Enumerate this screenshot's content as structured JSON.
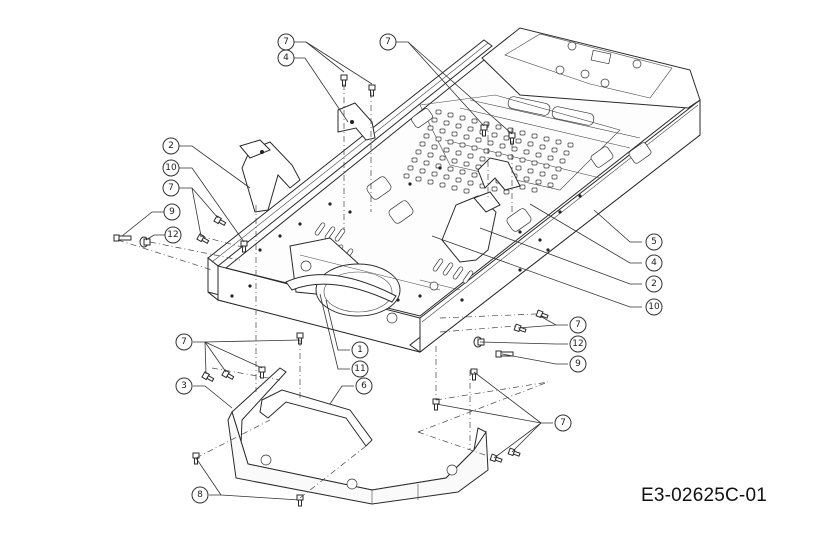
{
  "drawing": {
    "title": "Exploded parts diagram - chassis frame and front bumper",
    "drawing_number": "E3-02625C-01"
  },
  "callouts": [
    {
      "id": "c7a",
      "label": "7"
    },
    {
      "id": "c4a",
      "label": "4"
    },
    {
      "id": "c7b",
      "label": "7"
    },
    {
      "id": "c2a",
      "label": "2"
    },
    {
      "id": "c10a",
      "label": "10"
    },
    {
      "id": "c7c",
      "label": "7"
    },
    {
      "id": "c9a",
      "label": "9"
    },
    {
      "id": "c12a",
      "label": "12"
    },
    {
      "id": "c5",
      "label": "5"
    },
    {
      "id": "c4b",
      "label": "4"
    },
    {
      "id": "c2b",
      "label": "2"
    },
    {
      "id": "c10b",
      "label": "10"
    },
    {
      "id": "c7d",
      "label": "7"
    },
    {
      "id": "c12b",
      "label": "12"
    },
    {
      "id": "c9b",
      "label": "9"
    },
    {
      "id": "c7e",
      "label": "7"
    },
    {
      "id": "c1",
      "label": "1"
    },
    {
      "id": "c11",
      "label": "11"
    },
    {
      "id": "c3",
      "label": "3"
    },
    {
      "id": "c6",
      "label": "6"
    },
    {
      "id": "c7f",
      "label": "7"
    },
    {
      "id": "c8",
      "label": "8"
    }
  ]
}
